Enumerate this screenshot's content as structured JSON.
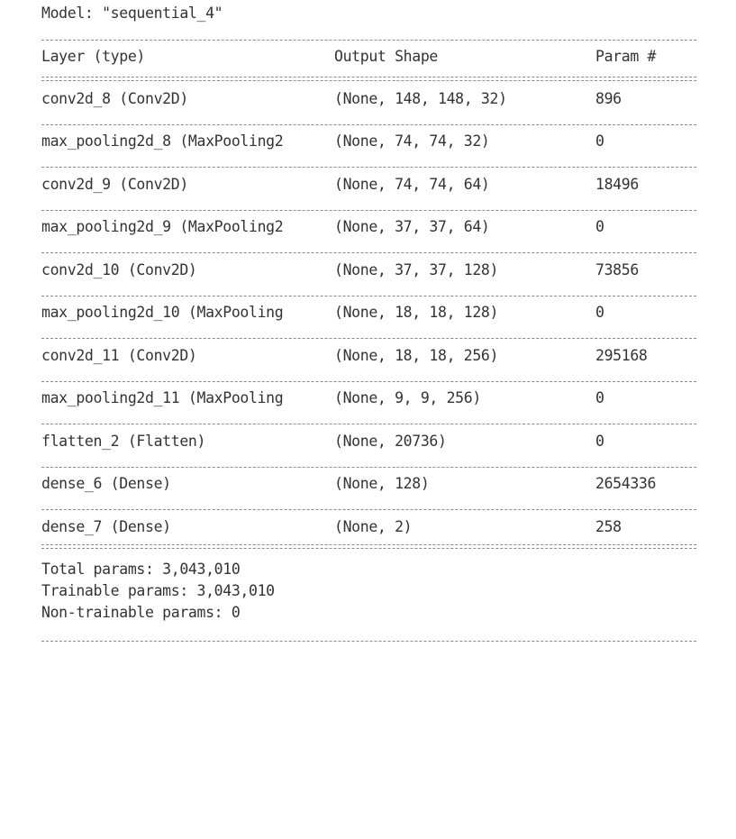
{
  "model": {
    "title": "Model: \"sequential_4\""
  },
  "headers": {
    "layer": "Layer (type)",
    "output": "Output Shape",
    "param": "Param #"
  },
  "rows": [
    {
      "layer": "conv2d_8 (Conv2D)",
      "output": "(None, 148, 148, 32)",
      "param": "896"
    },
    {
      "layer": "max_pooling2d_8 (MaxPooling2",
      "output": "(None, 74, 74, 32)",
      "param": "0"
    },
    {
      "layer": "conv2d_9 (Conv2D)",
      "output": "(None, 74, 74, 64)",
      "param": "18496"
    },
    {
      "layer": "max_pooling2d_9 (MaxPooling2",
      "output": "(None, 37, 37, 64)",
      "param": "0"
    },
    {
      "layer": "conv2d_10 (Conv2D)",
      "output": "(None, 37, 37, 128)",
      "param": "73856"
    },
    {
      "layer": "max_pooling2d_10 (MaxPooling",
      "output": "(None, 18, 18, 128)",
      "param": "0"
    },
    {
      "layer": "conv2d_11 (Conv2D)",
      "output": "(None, 18, 18, 256)",
      "param": "295168"
    },
    {
      "layer": "max_pooling2d_11 (MaxPooling",
      "output": "(None, 9, 9, 256)",
      "param": "0"
    },
    {
      "layer": "flatten_2 (Flatten)",
      "output": "(None, 20736)",
      "param": "0"
    },
    {
      "layer": "dense_6 (Dense)",
      "output": "(None, 128)",
      "param": "2654336"
    },
    {
      "layer": "dense_7 (Dense)",
      "output": "(None, 2)",
      "param": "258"
    }
  ],
  "totals": {
    "total": "Total params: 3,043,010",
    "trainable": "Trainable params: 3,043,010",
    "non_trainable": "Non-trainable params: 0"
  }
}
